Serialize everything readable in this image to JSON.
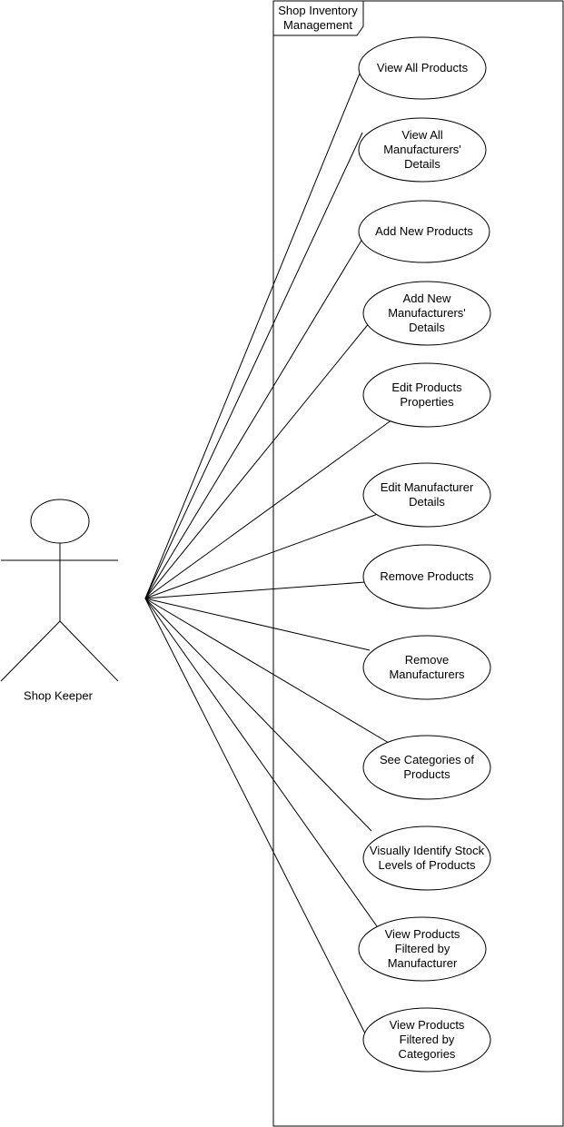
{
  "system": {
    "title": "Shop Inventory\nManagement"
  },
  "actor": {
    "name": "Shop Keeper"
  },
  "use_cases": [
    {
      "label": "View All Products"
    },
    {
      "label": "View All\nManufacturers'\nDetails"
    },
    {
      "label": "Add New Products"
    },
    {
      "label": "Add New\nManufacturers'\nDetails"
    },
    {
      "label": "Edit Products\nProperties"
    },
    {
      "label": "Edit  Manufacturer\nDetails"
    },
    {
      "label": "Remove Products"
    },
    {
      "label": "Remove\nManufacturers"
    },
    {
      "label": "See Categories of\nProducts"
    },
    {
      "label": "Visually Identify Stock\nLevels of Products"
    },
    {
      "label": "View Products\nFiltered by\nManufacturer"
    },
    {
      "label": "View Products\nFiltered by\nCategories"
    }
  ]
}
